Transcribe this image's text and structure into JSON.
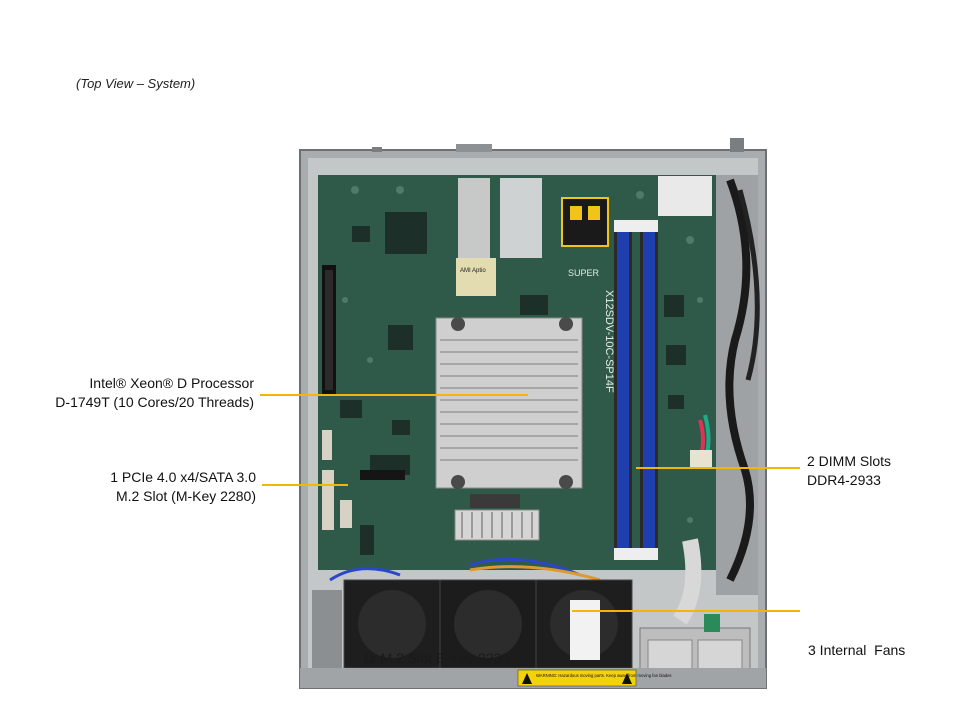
{
  "caption": "(Top View – System)",
  "callouts": {
    "processor": {
      "line1": "Intel® Xeon® D Processor",
      "line2": "D-1749T (10 Cores/20 Threads)"
    },
    "m2_slot": {
      "line1": "1 PCIe 4.0 x4/SATA 3.0",
      "line2": "M.2 Slot (M-Key 2280)"
    },
    "dimm": {
      "line1": "2 DIMM Slots",
      "line2": "DDR4-2933"
    },
    "fans": {
      "line1": "3 Internal  Fans"
    }
  },
  "board_labels": {
    "model": "X12SDV-10C-SP14F",
    "brand": "SUPER",
    "bios": "AMI Aptio",
    "e_key": "1x M.2 Slot E-Key 2230",
    "warning": "WARNING: Hazardous moving parts. Keep away from moving fan blades"
  },
  "colors": {
    "callout_line": "#f2b705",
    "pcb": "#2f5a4a",
    "chassis": "#b9bcbd",
    "dimm": "#1f3fae"
  }
}
